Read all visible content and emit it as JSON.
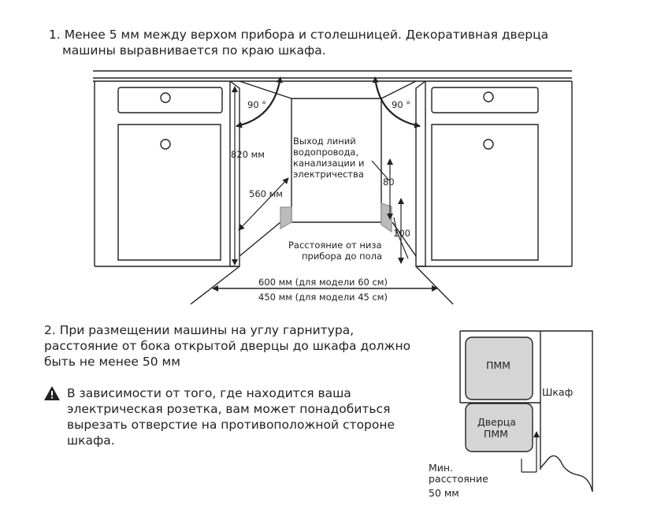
{
  "step1": {
    "line1": "1. Менее 5 мм между верхом прибора и столешницей. Декоративная дверца",
    "line2": "машины выравнивается по краю шкафа."
  },
  "diagram1": {
    "angle_left": "90 °",
    "angle_right": "90 °",
    "height": "820 мм",
    "depth": "560 мм",
    "outlet_1": "Выход линий",
    "outlet_2": "водопровода,",
    "outlet_3": "канализации и",
    "outlet_4": "электричества",
    "dim_80": "80",
    "dim_100": "100",
    "floor_1": "Расстояние от низа",
    "floor_2": "прибора до пола",
    "width_60": "600 мм (для модели 60 см)",
    "width_45": "450 мм (для модели 45 см)"
  },
  "step2": {
    "line1": "2. При размещении машины на углу гарнитура,",
    "line2": "расстояние от бока открытой дверцы до шкафа должно",
    "line3": "быть не менее 50 мм"
  },
  "warning": {
    "icon": "warning-triangle-icon",
    "line1": "В зависимости от того, где находится ваша",
    "line2": "электрическая розетка, вам может понадобиться",
    "line3": "вырезать отверстие на противоположной стороне",
    "line4": "шкафа."
  },
  "diagram2": {
    "dishwasher": "ПММ",
    "door_1": "Дверца",
    "door_2": "ПММ",
    "cabinet": "Шкаф",
    "min_1": "Мин.",
    "min_2": "расстояние",
    "min_3": "50 мм"
  }
}
